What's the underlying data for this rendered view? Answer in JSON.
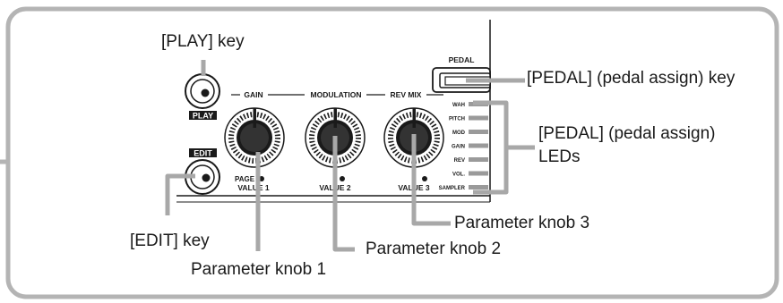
{
  "callouts": {
    "play_key": "[PLAY] key",
    "edit_key": "[EDIT] key",
    "pedal_key": "[PEDAL] (pedal assign) key",
    "pedal_leds_line1": "[PEDAL] (pedal assign)",
    "pedal_leds_line2": "LEDs",
    "knob1": "Parameter knob 1",
    "knob2": "Parameter knob 2",
    "knob3": "Parameter knob 3"
  },
  "panel": {
    "play_badge": "PLAY",
    "edit_badge": "EDIT",
    "page_label": "PAGE",
    "gain_label": "GAIN",
    "modulation_label": "MODULATION",
    "rev_mix_label": "REV MIX",
    "value1": "VALUE 1",
    "value2": "VALUE 2",
    "value3": "VALUE 3",
    "pedal_label": "PEDAL"
  },
  "led_labels": [
    "WAH",
    "PITCH",
    "MOD",
    "GAIN",
    "REV",
    "VOL.",
    "SAMPLER"
  ],
  "colors": {
    "frame": "#b4b4b4",
    "leader": "#a8a8a8",
    "ink": "#1a1a1a",
    "led_bar": "#9a9a9a"
  }
}
